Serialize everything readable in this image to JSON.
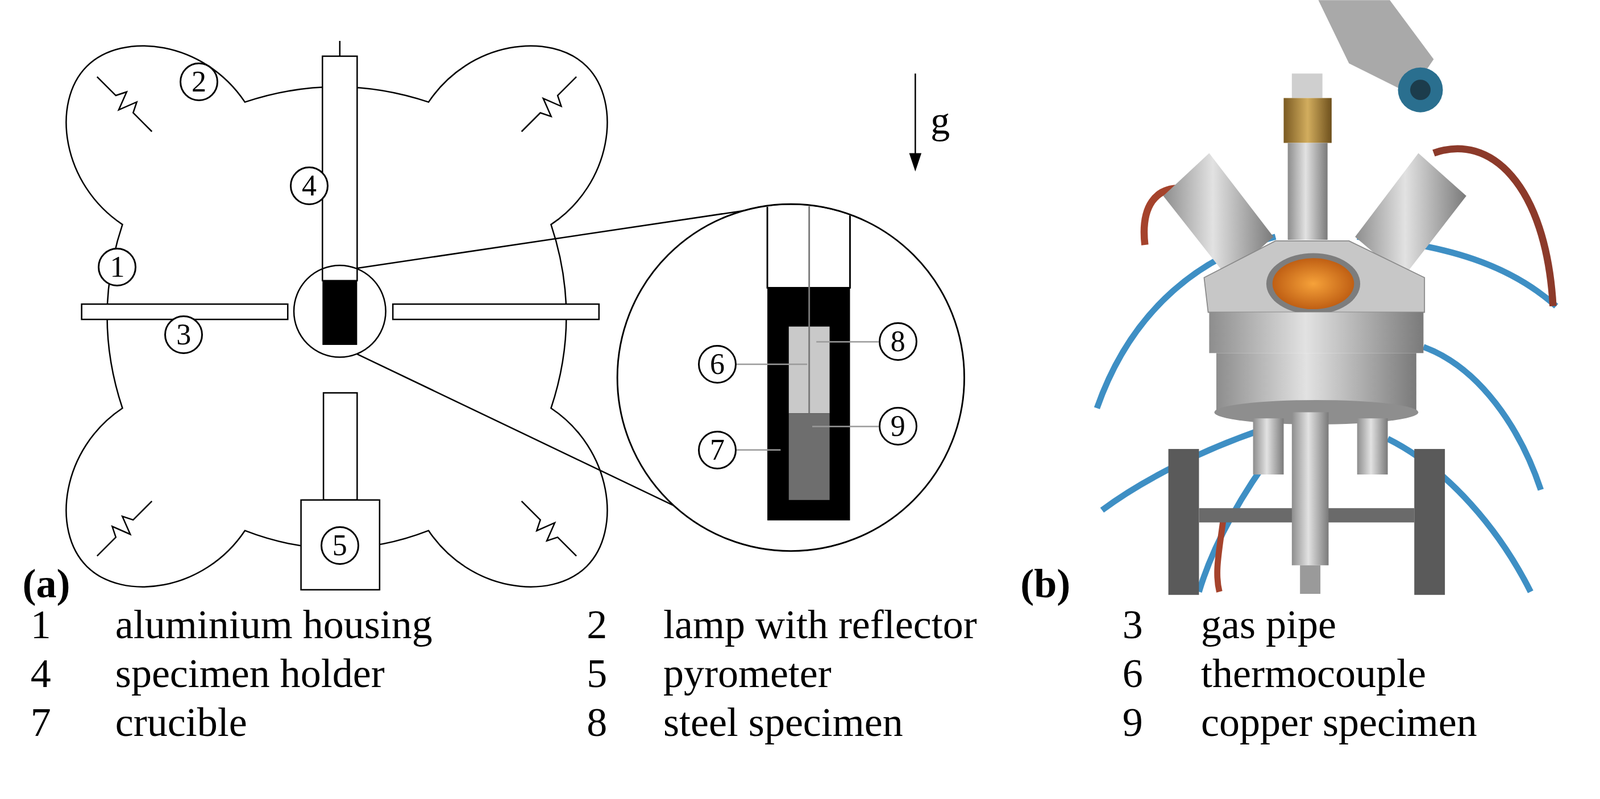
{
  "diagram": {
    "nodes": [
      {
        "text": [
          "2"
        ]
      },
      {
        "text": [
          "4"
        ]
      },
      {
        "text": [
          "1"
        ]
      },
      {
        "text": [
          "3"
        ]
      },
      {
        "text": [
          "8"
        ]
      },
      {
        "text": [
          "6"
        ]
      },
      {
        "text": [
          "9"
        ]
      },
      {
        "text": [
          "7"
        ]
      },
      {
        "text": [
          "5"
        ]
      }
    ],
    "labels": [
      "g",
      "(a)",
      "(b)",
      "1",
      "aluminium housing",
      "2",
      "lamp with reflector",
      "3",
      "gas pipe",
      "4",
      "specimen holder",
      "5",
      "pyrometer",
      "6",
      "thermocouple",
      "7",
      "crucible",
      "8",
      "steel specimen",
      "9",
      "copper specimen"
    ]
  }
}
